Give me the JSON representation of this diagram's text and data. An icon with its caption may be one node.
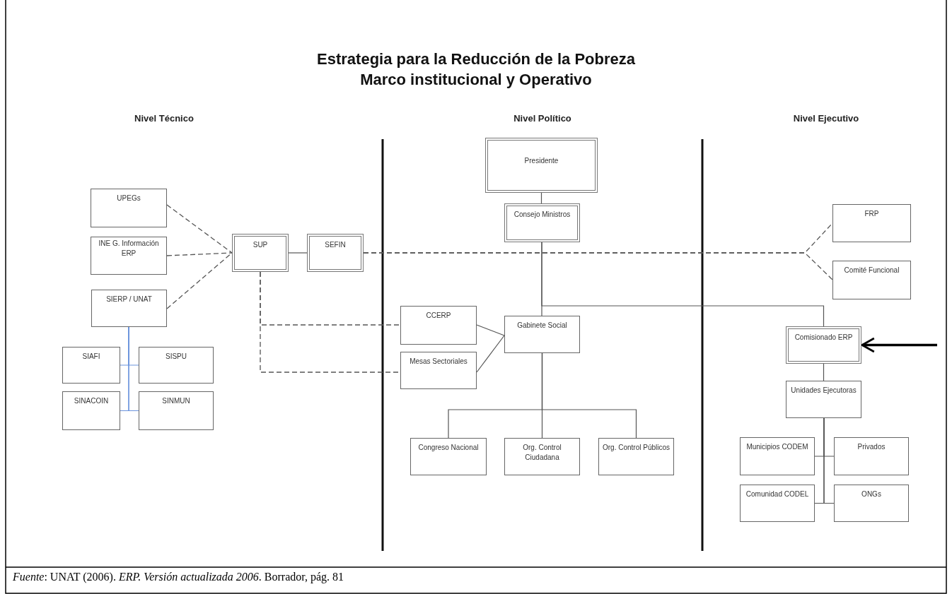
{
  "diagram": {
    "title": "Estrategia para la Reducción de la Pobreza Marco institucional y Operativo",
    "caption": "*Fuente*: UNAT (2006). *ERP. Versión actualizada 2006*. Borrador, pág. 81",
    "nodes": [
      {
        "text": [
          "UPEGs"
        ]
      },
      {
        "text": [
          "INE G. Información ERP"
        ]
      },
      {
        "text": [
          "SIERP / UNAT"
        ]
      },
      {
        "text": [
          "SIAFI"
        ]
      },
      {
        "text": [
          "SISPU"
        ]
      },
      {
        "text": [
          "SINACOIN"
        ]
      },
      {
        "text": [
          "SINMUN"
        ]
      },
      {
        "text": [
          "SUP"
        ]
      },
      {
        "text": [
          "SEFIN"
        ]
      },
      {
        "text": [
          "Presidente"
        ]
      },
      {
        "text": [
          "Consejo Ministros"
        ]
      },
      {
        "text": [
          "CCERP"
        ]
      },
      {
        "text": [
          "Mesas Sectoriales"
        ]
      },
      {
        "text": [
          "Gabinete Social"
        ]
      },
      {
        "text": [
          "Congreso Nacional"
        ]
      },
      {
        "text": [
          "Org. Control Ciudadana"
        ]
      },
      {
        "text": [
          "Org. Control Públicos"
        ]
      },
      {
        "text": [
          "FRP"
        ]
      },
      {
        "text": [
          "Comité Funcional"
        ]
      },
      {
        "text": [
          "Comisionado ERP"
        ]
      },
      {
        "text": [
          "Unidades Ejecutoras"
        ]
      },
      {
        "text": [
          "Municipios CODEM"
        ]
      },
      {
        "text": [
          "Privados"
        ]
      },
      {
        "text": [
          "Comunidad CODEL"
        ]
      },
      {
        "text": [
          "ONGs"
        ]
      }
    ],
    "edges": [
      {
        "from": 0,
        "to": 7,
        "arrow": "none",
        "style": "dashed"
      },
      {
        "from": 1,
        "to": 7,
        "arrow": "none",
        "style": "dashed"
      },
      {
        "from": 2,
        "to": 7,
        "arrow": "none",
        "style": "dashed"
      },
      {
        "from": 2,
        "to": 3,
        "arrow": "none",
        "color": "#6b93dc"
      },
      {
        "from": 2,
        "to": 4,
        "arrow": "none",
        "color": "#6b93dc"
      },
      {
        "from": 2,
        "to": 5,
        "arrow": "none",
        "color": "#6b93dc"
      },
      {
        "from": 2,
        "to": 6,
        "arrow": "none",
        "color": "#6b93dc"
      },
      {
        "from": 7,
        "to": 8,
        "arrow": "none"
      },
      {
        "from": 8,
        "to": 17,
        "arrow": "none",
        "style": "dashed"
      },
      {
        "from": 8,
        "to": 18,
        "arrow": "none",
        "style": "dashed"
      },
      {
        "from": 7,
        "to": 11,
        "arrow": "none",
        "style": "dashed"
      },
      {
        "from": 7,
        "to": 12,
        "arrow": "none",
        "style": "dashed"
      },
      {
        "from": 11,
        "to": 13,
        "arrow": "none"
      },
      {
        "from": 12,
        "to": 13,
        "arrow": "none"
      },
      {
        "from": 9,
        "to": 10,
        "arrow": "none"
      },
      {
        "from": 10,
        "to": 13,
        "arrow": "none"
      },
      {
        "from": 10,
        "to": 19,
        "arrow": "none"
      },
      {
        "from": 13,
        "to": 14,
        "arrow": "none"
      },
      {
        "from": 13,
        "to": 15,
        "arrow": "none"
      },
      {
        "from": 13,
        "to": 16,
        "arrow": "none"
      },
      {
        "from": 19,
        "to": 20,
        "arrow": "none"
      },
      {
        "from": 20,
        "to": 21,
        "arrow": "none"
      },
      {
        "from": 20,
        "to": 22,
        "arrow": "none"
      },
      {
        "from": 20,
        "to": 23,
        "arrow": "none"
      },
      {
        "from": 20,
        "to": 24,
        "arrow": "none"
      },
      {
        "from": null,
        "to": 19,
        "arrow": "to",
        "style": "thick",
        "color": "#000000"
      }
    ],
    "labels": [
      "Nivel Técnico",
      "Nivel Político",
      "Nivel Ejecutivo"
    ]
  }
}
